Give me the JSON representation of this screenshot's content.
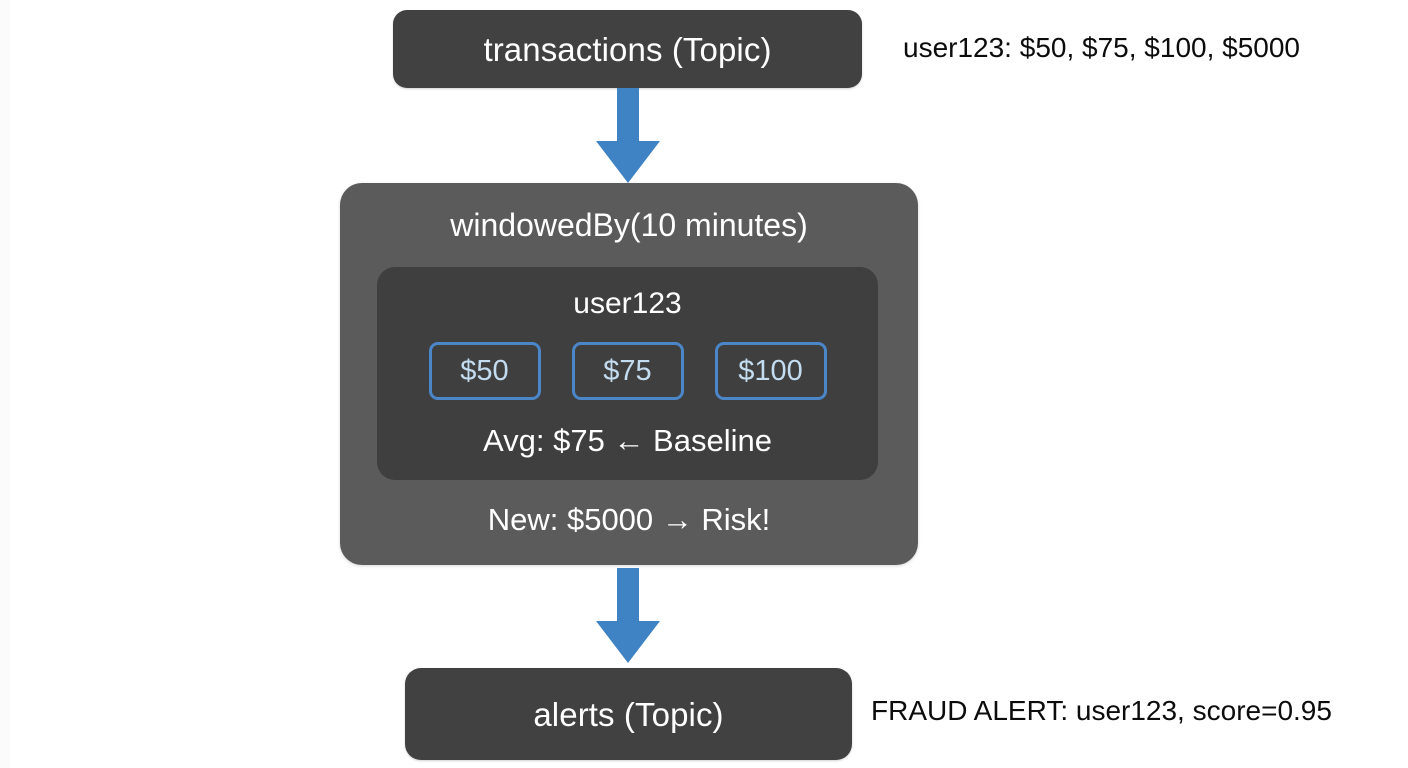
{
  "diagram": {
    "title": "kafka-streams-fraud-detection-flow",
    "colors": {
      "background": "#ffffff",
      "topic_box": "#414141",
      "processor_box": "#5b5b5b",
      "key_box": "#3f3f3f",
      "arrow_blue": "#4083c4",
      "chip_border_blue": "#4a86c8",
      "chip_text_blue": "#c4dcf0",
      "box_text": "#ffffff",
      "annotation_text": "#0c0c0c"
    }
  },
  "source_topic": {
    "label": "transactions (Topic)",
    "sample_note": "user123: $50, $75, $100, $5000"
  },
  "arrows": {
    "top": "down-arrow-icon",
    "bottom": "down-arrow-icon"
  },
  "processor": {
    "title": "windowedBy(10 minutes)",
    "key": "user123",
    "amounts": [
      "$50",
      "$75",
      "$100"
    ],
    "avg_line": "Avg: $75 ← Baseline",
    "risk_line": "New: $5000 → Risk!"
  },
  "sink_topic": {
    "label": "alerts (Topic)",
    "alert_note": "FRAUD ALERT: user123, score=0.95"
  }
}
